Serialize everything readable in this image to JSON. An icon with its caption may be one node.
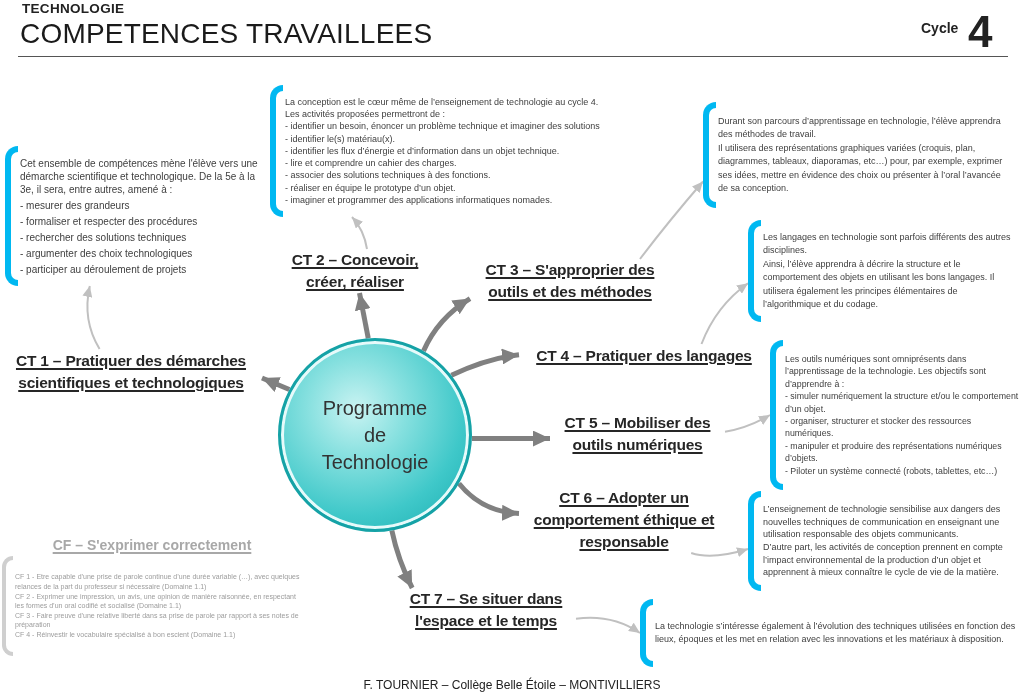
{
  "diagram": {
    "title": "COMPETENCES TRAVAILLEES",
    "nodes": [
      {
        "text": [
          "Programme de Technologie"
        ]
      },
      {
        "text": [
          "CT 1 – Pratiquer des démarches scientifiques et technologiques"
        ]
      },
      {
        "text": [
          "Cet ensemble de compétences mène l'élève vers une démarche scientifique et technologique. De la 5e à la 3e, il sera, entre autres, amené à :",
          "- mesurer des grandeurs",
          "- formaliser et respecter des procédures",
          "- rechercher des solutions techniques",
          "- argumenter des choix technologiques",
          "- participer au déroulement de projets"
        ]
      },
      {
        "text": [
          "CT 2 – Concevoir, créer, réaliser"
        ]
      },
      {
        "text": [
          "La conception est le cœur même de l’enseignement de technologie au cycle 4.",
          "Les activités proposées permettront de :",
          "- identifier un besoin, énoncer un problème technique et imaginer des solutions",
          "- identifier le(s) matériau(x).",
          "- identifier les flux d’énergie et d’information dans un objet technique.",
          "- lire et comprendre un cahier des charges.",
          "- associer des solutions techniques à des fonctions.",
          "- réaliser en équipe le prototype d’un objet.",
          "- imaginer et programmer des applications informatiques nomades."
        ]
      },
      {
        "text": [
          "CT 3 – S'approprier des outils et des méthodes"
        ]
      },
      {
        "text": [
          "Durant son parcours d’apprentissage en technologie, l’élève apprendra des méthodes de travail.",
          "Il utilisera des représentations graphiques variées (croquis, plan, diagrammes, tableaux, diaporamas, etc…) pour, par exemple, exprimer ses idées, mettre en évidence des choix ou présenter à l’oral l’avancée de sa conception."
        ]
      },
      {
        "text": [
          "CT 4 – Pratiquer des langages"
        ]
      },
      {
        "text": [
          "Les langages en technologie sont parfois différents des autres disciplines.",
          "Ainsi, l’élève apprendra à décrire la structure et le comportement des objets en utilisant les bons langages. Il utilisera également les principes élémentaires de l’algorithmique et du codage."
        ]
      },
      {
        "text": [
          "CT 5 – Mobiliser des outils numériques"
        ]
      },
      {
        "text": [
          "Les outils numériques sont omniprésents dans l’apprentissage de la technologie. Les objectifs sont d’apprendre à :",
          "- simuler numériquement la structure et/ou le comportement d’un objet.",
          "- organiser, structurer et stocker des ressources numériques.",
          "- manipuler et produire des représentations numériques d’objets.",
          "- Piloter un système connecté (robots, tablettes, etc…)"
        ]
      },
      {
        "text": [
          "CT 6 – Adopter un comportement éthique et responsable"
        ]
      },
      {
        "text": [
          "L’enseignement de technologie sensibilise aux dangers des nouvelles techniques de communication en enseignant une utilisation responsable des objets communicants.",
          "D’autre part, les activités de conception prennent en compte l’impact environnemental de la production d’un objet et apprennent à mieux connaître le cycle de vie de la matière."
        ]
      },
      {
        "text": [
          "CT 7 – Se situer dans l'espace et le temps"
        ]
      },
      {
        "text": [
          "La technologie s’intéresse également à l’évolution des techniques utilisées en fonction des lieux, époques et les met en relation avec les innovations et les matériaux à disposition."
        ]
      },
      {
        "text": [
          "CF – S'exprimer correctement",
          "CF 1 - Etre capable d’une prise de parole continue d’une durée variable (…), avec quelques relances de la part du professeur si nécessaire (Domaine 1.1)",
          "CF 2 - Exprimer une impression, un avis, une opinion de manière raisonnée, en respectant les formes d’un oral codifié et socialisé (Domaine 1.1)",
          "CF 3 - Faire preuve d’une relative liberté dans sa prise de parole par rapport à ses notes de préparation",
          "CF 4 - Réinvestir le vocabulaire spécialisé à bon escient (Domaine 1.1)"
        ]
      }
    ],
    "edges": [
      {
        "from": 0,
        "to": 1,
        "arrow": "to",
        "style": "thick",
        "color": "#808080"
      },
      {
        "from": 0,
        "to": 3,
        "arrow": "to",
        "style": "thick",
        "color": "#808080"
      },
      {
        "from": 0,
        "to": 5,
        "arrow": "to",
        "style": "thick",
        "color": "#808080"
      },
      {
        "from": 0,
        "to": 7,
        "arrow": "to",
        "style": "thick",
        "color": "#808080"
      },
      {
        "from": 0,
        "to": 9,
        "arrow": "to",
        "style": "thick",
        "color": "#808080"
      },
      {
        "from": 0,
        "to": 11,
        "arrow": "to",
        "style": "thick",
        "color": "#808080"
      },
      {
        "from": 0,
        "to": 13,
        "arrow": "to",
        "style": "thick",
        "color": "#808080"
      },
      {
        "from": 1,
        "to": 2,
        "arrow": "to"
      },
      {
        "from": 3,
        "to": 4,
        "arrow": "to"
      },
      {
        "from": 5,
        "to": 6,
        "arrow": "to"
      },
      {
        "from": 7,
        "to": 8,
        "arrow": "to"
      },
      {
        "from": 9,
        "to": 10,
        "arrow": "to"
      },
      {
        "from": 11,
        "to": 12,
        "arrow": "to"
      },
      {
        "from": 13,
        "to": 14,
        "arrow": "to"
      }
    ],
    "labels": [
      "TECHNOLOGIE",
      "Cycle",
      "4",
      "F. TOURNIER – Collège Belle Étoile – MONTIVILLIERS"
    ]
  }
}
